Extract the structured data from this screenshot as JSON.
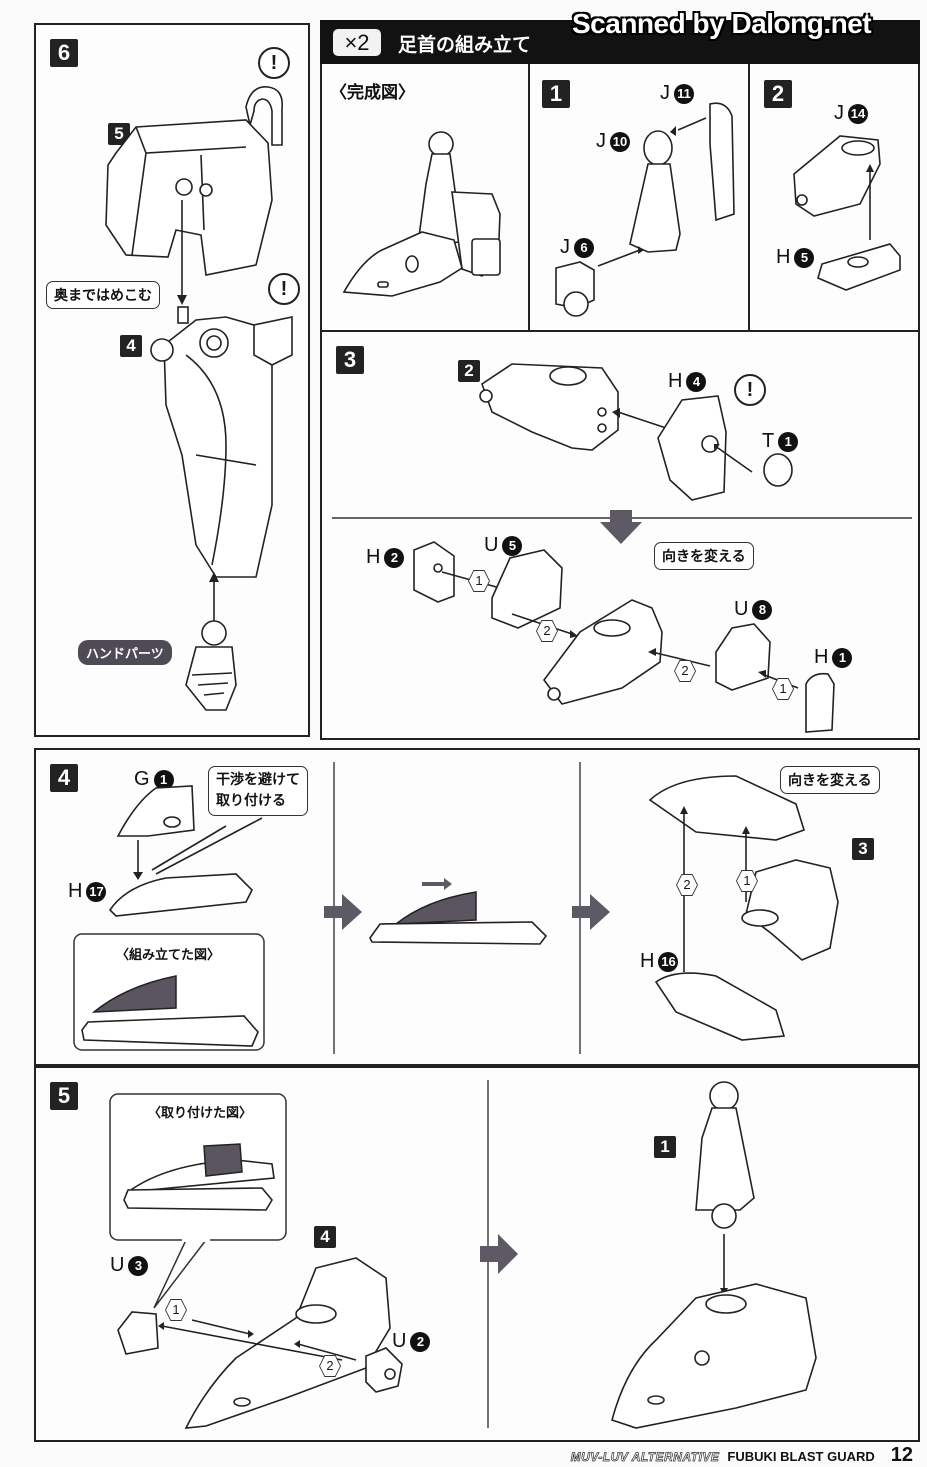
{
  "watermark": "Scanned by Dalong.net",
  "header": {
    "multiplier": "×2",
    "title": "足首の組み立て"
  },
  "footer": {
    "series": "MUV-LUV ALTERNATIVE",
    "product": "FUBUKI BLAST GUARD",
    "page_number": "12"
  },
  "step6": {
    "number": "6",
    "sub_refs": [
      "5",
      "4"
    ],
    "warning_marks": [
      "!",
      "!"
    ],
    "callout": "奥まではめこむ",
    "hand_label": "ハンドパーツ"
  },
  "complete_view": {
    "caption": "〈完成図〉"
  },
  "step1": {
    "number": "1",
    "parts": [
      {
        "runner": "J",
        "number": "11"
      },
      {
        "runner": "J",
        "number": "10"
      },
      {
        "runner": "J",
        "number": "6"
      }
    ]
  },
  "step2": {
    "number": "2",
    "parts": [
      {
        "runner": "J",
        "number": "14"
      },
      {
        "runner": "H",
        "number": "5"
      }
    ]
  },
  "step3": {
    "number": "3",
    "sub_ref": "2",
    "warning_mark": "!",
    "parts_top": [
      {
        "runner": "H",
        "number": "4"
      },
      {
        "runner": "T",
        "number": "1"
      }
    ],
    "parts_bottom": [
      {
        "runner": "H",
        "number": "2"
      },
      {
        "runner": "U",
        "number": "5"
      },
      {
        "runner": "U",
        "number": "8"
      },
      {
        "runner": "H",
        "number": "1"
      }
    ],
    "callout": "向きを変える",
    "order_marks": [
      "1",
      "2",
      "2",
      "1"
    ]
  },
  "step4": {
    "number": "4",
    "parts": [
      {
        "runner": "G",
        "number": "1"
      },
      {
        "runner": "H",
        "number": "17"
      },
      {
        "runner": "H",
        "number": "16"
      }
    ],
    "callout_lines": [
      "干渉を避けて",
      "取り付ける"
    ],
    "inset_caption": "〈組み立てた図〉",
    "sub_ref": "3",
    "callout_turn": "向きを変える",
    "order_marks": [
      "2",
      "1"
    ]
  },
  "step5": {
    "number": "5",
    "inset_caption": "〈取り付けた図〉",
    "sub_ref": "4",
    "parts": [
      {
        "runner": "U",
        "number": "3"
      },
      {
        "runner": "U",
        "number": "2"
      }
    ],
    "order_marks": [
      "1",
      "2"
    ],
    "final_ref": "1"
  }
}
